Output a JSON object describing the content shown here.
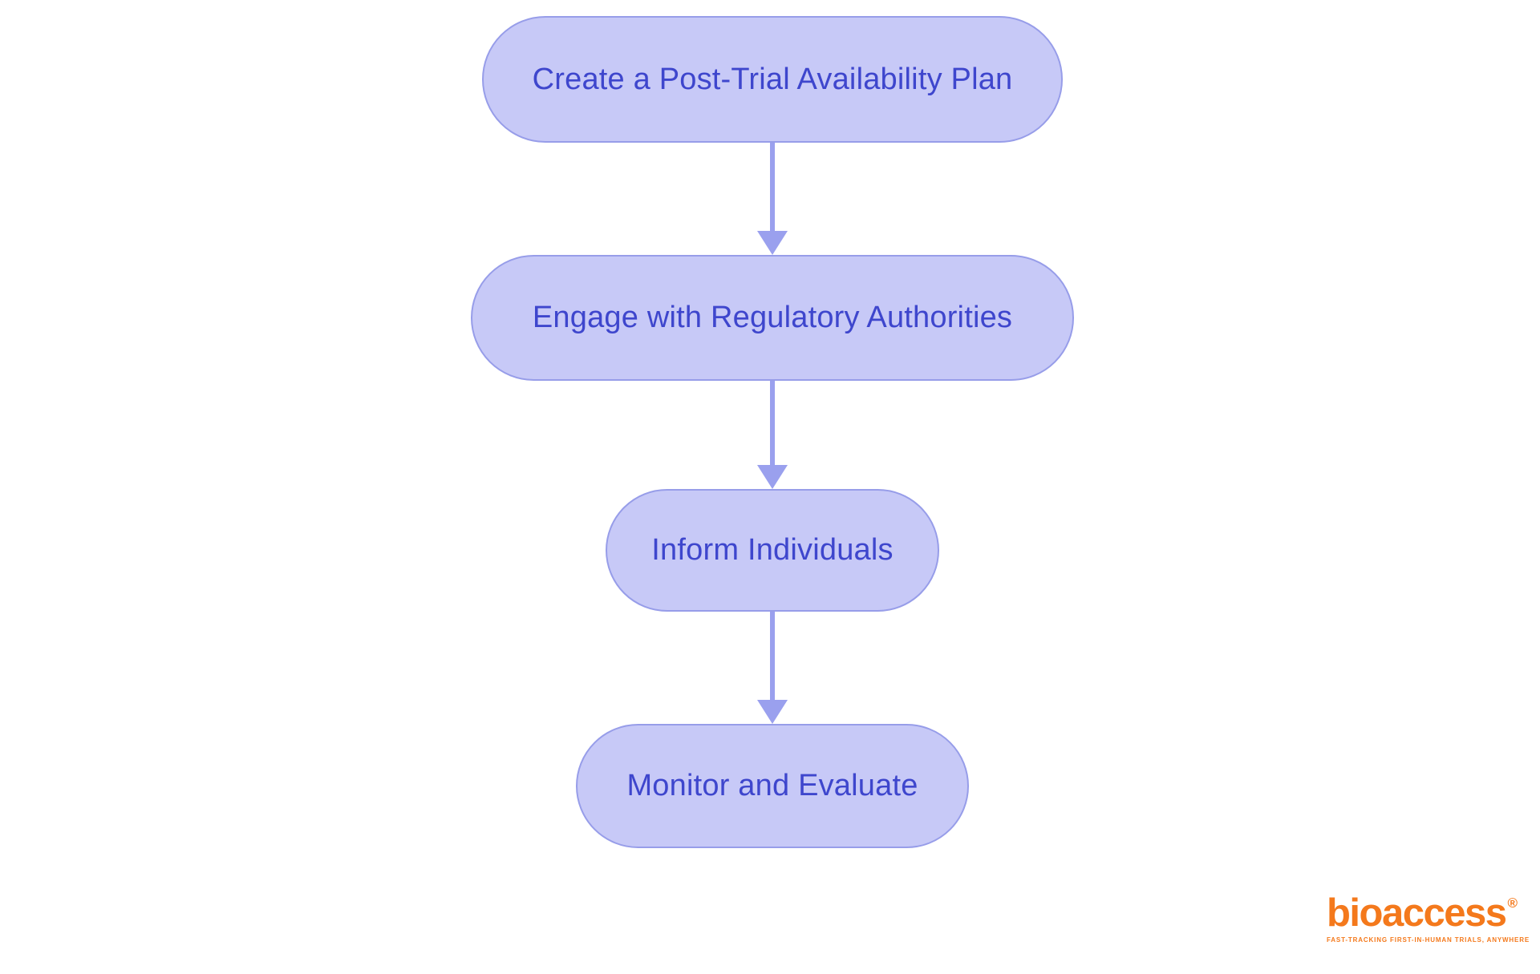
{
  "page": {
    "background": "#ffffff"
  },
  "flowchart": {
    "type": "vertical-flow",
    "nodes": [
      {
        "id": "step-1",
        "label": "Create a Post-Trial Availability Plan"
      },
      {
        "id": "step-2",
        "label": "Engage with Regulatory Authorities"
      },
      {
        "id": "step-3",
        "label": "Inform Individuals"
      },
      {
        "id": "step-4",
        "label": "Monitor and Evaluate"
      }
    ],
    "edges": [
      {
        "from": "step-1",
        "to": "step-2"
      },
      {
        "from": "step-2",
        "to": "step-3"
      },
      {
        "from": "step-3",
        "to": "step-4"
      }
    ],
    "colors": {
      "node_fill": "#c7c9f7",
      "node_border": "#979de9",
      "node_text": "#3e46cd",
      "arrow": "#9aa0ee"
    }
  },
  "logo": {
    "wordmark": "bioaccess",
    "registered_mark": "®",
    "tagline": "FAST-TRACKING FIRST-IN-HUMAN TRIALS, ANYWHERE",
    "color": "#f4791c"
  }
}
